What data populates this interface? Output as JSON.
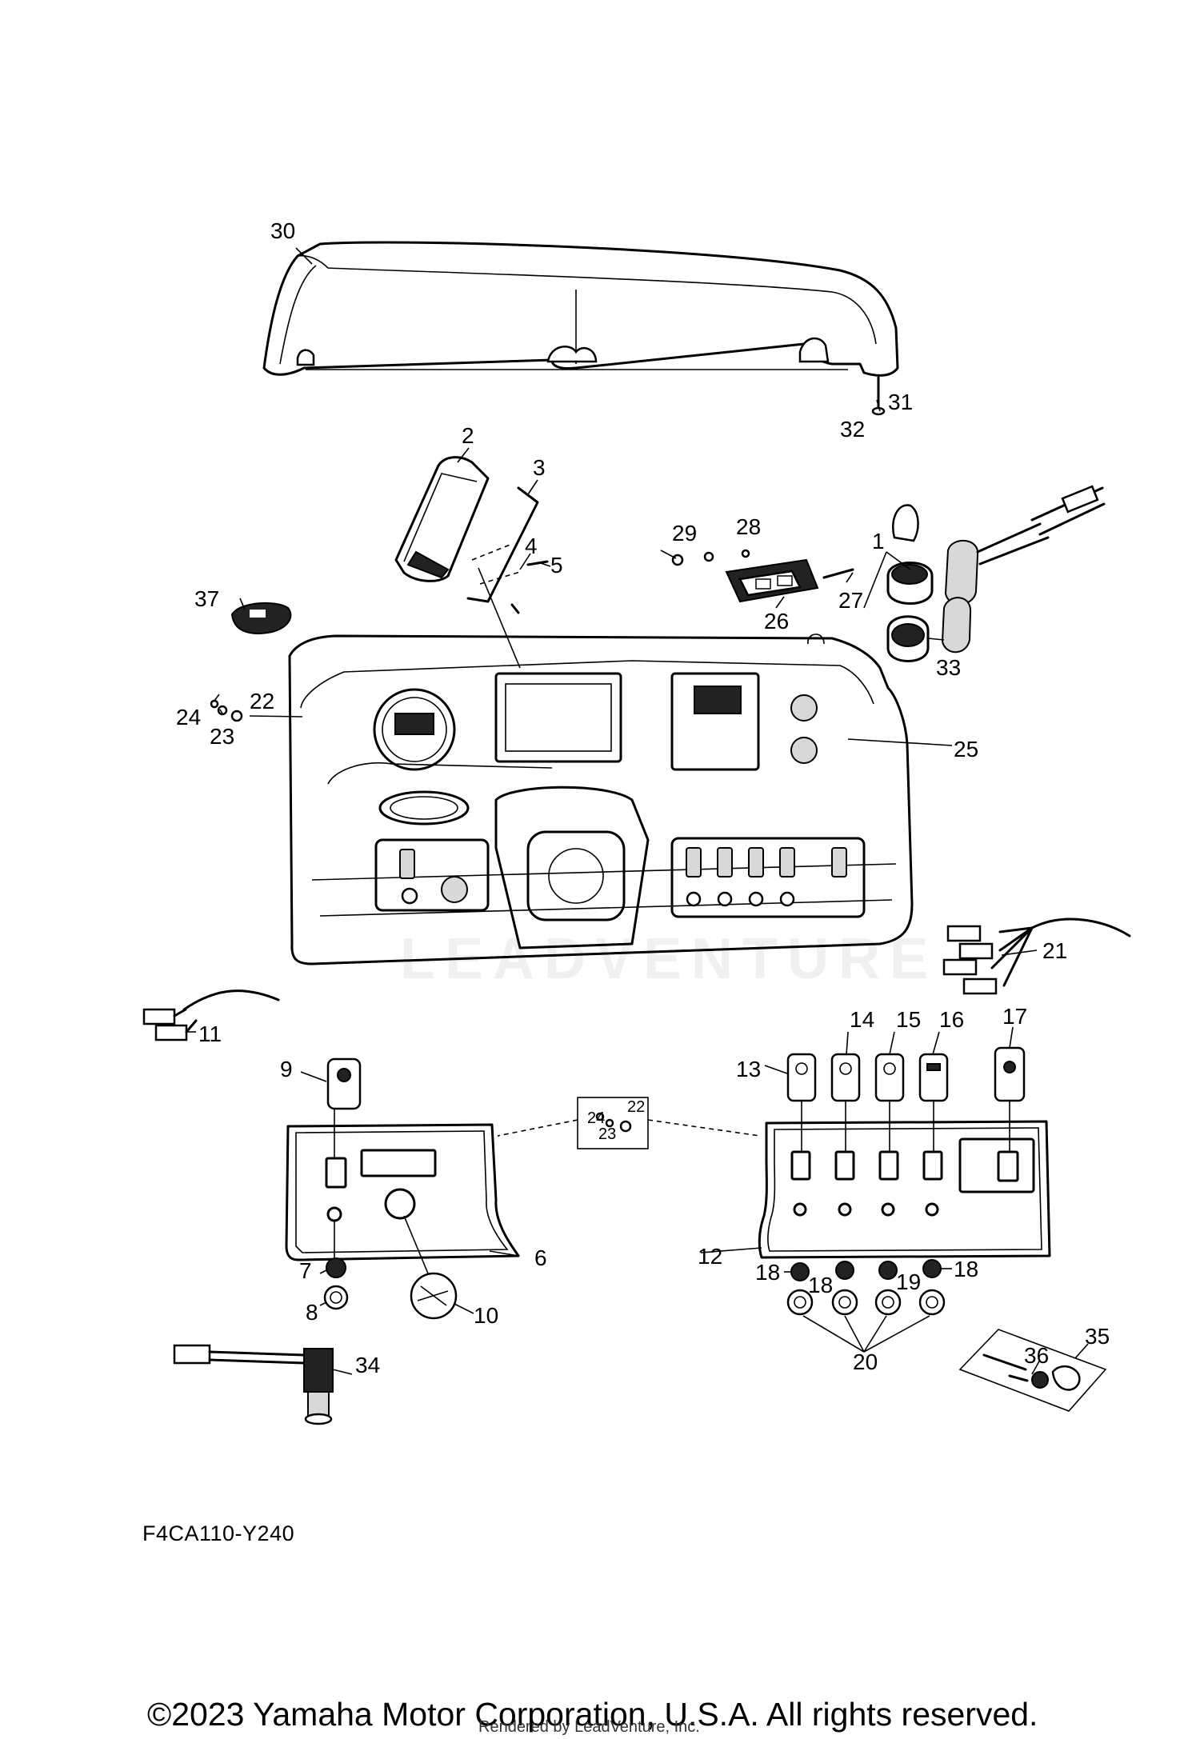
{
  "diagram": {
    "code": "F4CA110-Y240",
    "copyright": "©2023 Yamaha Motor Corporation, U.S.A. All rights reserved.",
    "rendered_by": "Rendered by LeadVenture, Inc.",
    "watermark": "LEADVENTURE"
  },
  "callouts": {
    "c1": "1",
    "c2": "2",
    "c3": "3",
    "c4": "4",
    "c5": "5",
    "c6": "6",
    "c7": "7",
    "c8": "8",
    "c9": "9",
    "c10": "10",
    "c11": "11",
    "c12": "12",
    "c13": "13",
    "c14": "14",
    "c15": "15",
    "c16": "16",
    "c17": "17",
    "c18a": "18",
    "c18b": "18",
    "c18c": "18",
    "c19": "19",
    "c20": "20",
    "c21": "21",
    "c22a": "22",
    "c22b": "22",
    "c23a": "23",
    "c23b": "23",
    "c24a": "24",
    "c24b": "24",
    "c25": "25",
    "c26": "26",
    "c27": "27",
    "c28": "28",
    "c29": "29",
    "c30": "30",
    "c31": "31",
    "c32": "32",
    "c33": "33",
    "c34": "34",
    "c35": "35",
    "c36": "36",
    "c37": "37"
  }
}
